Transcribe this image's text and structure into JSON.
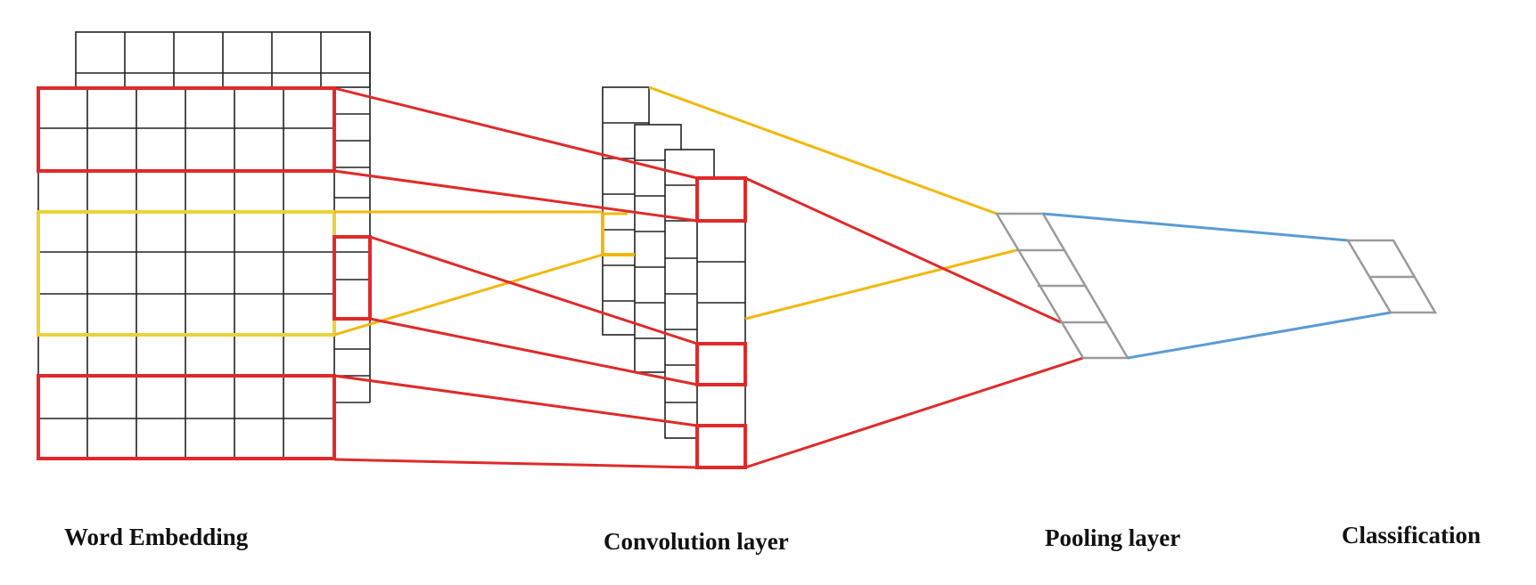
{
  "labels": {
    "word_embedding": "Word Embedding",
    "convolution_layer": "Convolution layer",
    "pooling_layer": "Pooling layer",
    "classification": "Classification"
  },
  "colors": {
    "filter_red": "#e02a2a",
    "filter_yellow": "#f2b80f",
    "embedding_yellow_box": "#ead23a",
    "connection_blue": "#5b9bd5",
    "grid_black": "#222222",
    "pooling_gray": "#9a9a9a",
    "text": "#111111"
  }
}
